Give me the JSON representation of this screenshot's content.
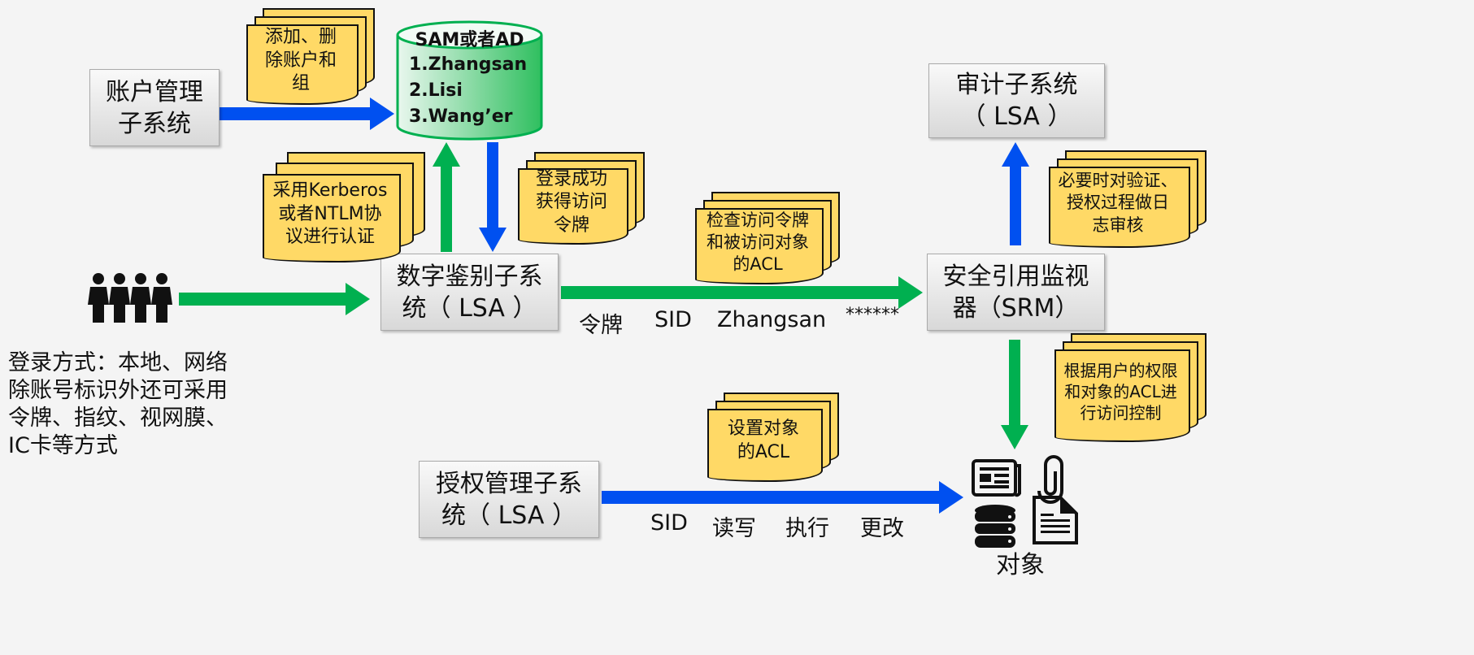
{
  "boxes": {
    "account": "账户管理\n子系统",
    "auth": "数字鉴别子系\n统（ LSA ）",
    "srm": "安全引用监视\n器（SRM）",
    "audit": "审计子系统\n（ LSA ）",
    "authz": "授权管理子系\n统（ LSA ）"
  },
  "database": {
    "title": "SAM或者AD",
    "entries": [
      "1.Zhangsan",
      "2.Lisi",
      "3.Wang’er"
    ]
  },
  "notes": {
    "add_delete": "添加、删\n除账户和\n组",
    "kerberos": "采用Kerberos\n或者NTLM协\n议进行认证",
    "token": "登录成功\n获得访问\n令牌",
    "check": "检查访问令牌\n和被访问对象\n的ACL",
    "audit": "必要时对验证、\n授权过程做日\n志审核",
    "control": "根据用户的权限\n和对象的ACL进\n行访问控制",
    "set_acl": "设置对象\n的ACL"
  },
  "login_text": [
    "登录方式：本地、网络",
    "除账号标识外还可采用",
    "令牌、指纹、视网膜、",
    "IC卡等方式"
  ],
  "token_labels": [
    "令牌",
    "SID",
    "Zhangsan",
    "******"
  ],
  "acl_labels": [
    "SID",
    "读写",
    "执行",
    "更改"
  ],
  "objects_label": "对象",
  "colors": {
    "green": "#00b050",
    "blue": "#0050f0",
    "note": "#ffd966"
  }
}
